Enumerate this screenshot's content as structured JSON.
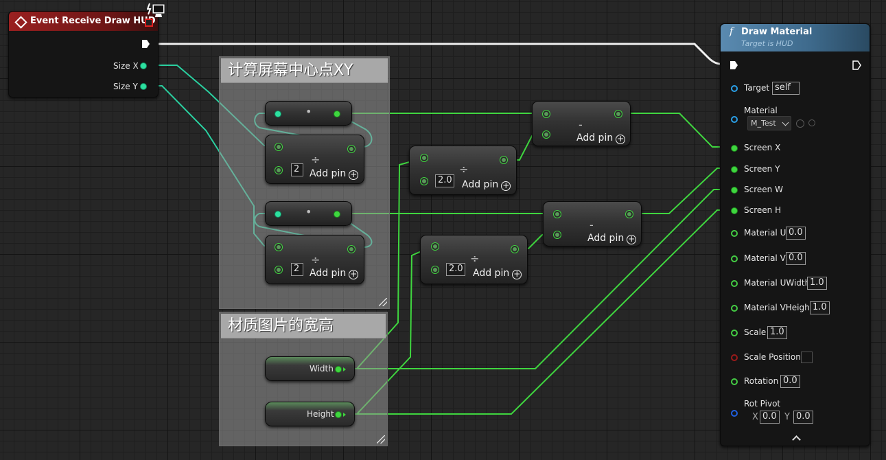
{
  "event_node": {
    "title": "Event Receive Draw HUD",
    "pins": [
      {
        "label": "Size X"
      },
      {
        "label": "Size Y"
      }
    ]
  },
  "comments": [
    {
      "title": "计算屏幕中心点XY"
    },
    {
      "title": "材质图片的宽高"
    }
  ],
  "ops": {
    "multiply_symbol": "•",
    "divide_symbol": "÷",
    "subtract_symbol": "-",
    "add_pin_label": "Add pin",
    "plus_symbol": "+",
    "divide_int_value": "2",
    "divide_float_value": "2.0"
  },
  "variables": [
    {
      "label": "Width"
    },
    {
      "label": "Height"
    }
  ],
  "draw_material": {
    "title": "Draw Material",
    "subtitle": "Target is HUD",
    "func_symbol": "f",
    "target_label": "Target",
    "target_value": "self",
    "material_label": "Material",
    "material_value": "M_Test",
    "screen_x": "Screen X",
    "screen_y": "Screen Y",
    "screen_w": "Screen W",
    "screen_h": "Screen H",
    "material_u": {
      "label": "Material U",
      "value": "0.0"
    },
    "material_v": {
      "label": "Material V",
      "value": "0.0"
    },
    "material_uwidth": {
      "label": "Material UWidth",
      "value": "1.0"
    },
    "material_vheight": {
      "label": "Material VHeight",
      "value": "1.0"
    },
    "scale": {
      "label": "Scale",
      "value": "1.0"
    },
    "scale_position": {
      "label": "Scale Position"
    },
    "rotation": {
      "label": "Rotation",
      "value": "0.0"
    },
    "rot_pivot": {
      "label": "Rot Pivot",
      "x_label": "X",
      "x_value": "0.0",
      "y_label": "Y",
      "y_value": "0.0"
    }
  },
  "colors": {
    "exec_wire": "#ffffff",
    "float_wire": "#3fd63f",
    "int_wire": "#2de0a0",
    "event_header": "#8b1a1a",
    "function_header": "#4a7aa0"
  }
}
